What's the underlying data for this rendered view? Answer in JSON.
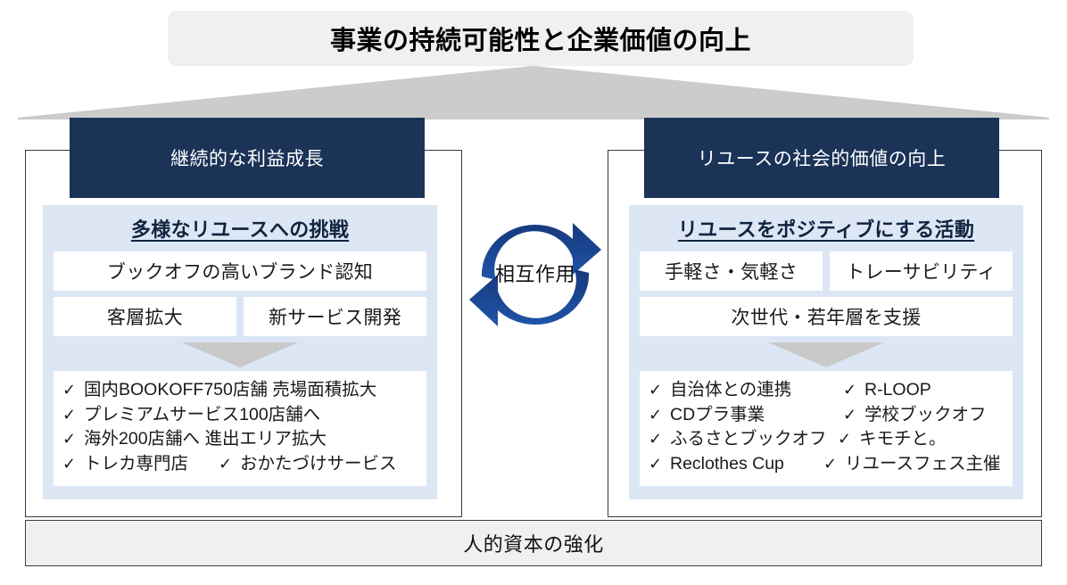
{
  "title": {
    "text": "事業の持続可能性と企業価値の向上"
  },
  "colors": {
    "navy": "#1A3357",
    "panel_blue": "#DDE6F5",
    "arrow_blue": "#1F4E9C",
    "gray_fill": "#C9C9C9",
    "title_gray": "#F0F0F0",
    "border": "#3B3B3B"
  },
  "center": {
    "label": "相互作用",
    "icon": "circular-arrows-icon"
  },
  "pillars": {
    "left": {
      "header": "継続的な利益成長",
      "subtitle": "多様なリユースへの挑戦",
      "boxes_row1": [
        "ブックオフの高いブランド認知"
      ],
      "boxes_row2": [
        "客層拡大",
        "新サービス開発"
      ],
      "checklist": [
        {
          "col_a": "国内BOOKOFF750店舗 売場面積拡大",
          "col_b": ""
        },
        {
          "col_a": "プレミアムサービス100店舗へ",
          "col_b": ""
        },
        {
          "col_a": "海外200店舗へ 進出エリア拡大",
          "col_b": ""
        },
        {
          "col_a": "トレカ専門店",
          "col_b": "おかたづけサービス"
        }
      ]
    },
    "right": {
      "header": "リユースの社会的価値の向上",
      "subtitle": "リユースをポジティブにする活動",
      "boxes_row1": [
        "手軽さ・気軽さ",
        "トレーサビリティ"
      ],
      "boxes_row2": [
        "次世代・若年層を支援"
      ],
      "checklist": [
        {
          "col_a": "自治体との連携",
          "col_b": "R-LOOP"
        },
        {
          "col_a": "CDプラ事業",
          "col_b": "学校ブックオフ"
        },
        {
          "col_a": "ふるさとブックオフ",
          "col_b": "キモチと。"
        },
        {
          "col_a": "Reclothes Cup",
          "col_b": "リユースフェス主催"
        }
      ]
    }
  },
  "footer": {
    "text": "人的資本の強化"
  },
  "marks": {
    "check": "✓"
  }
}
